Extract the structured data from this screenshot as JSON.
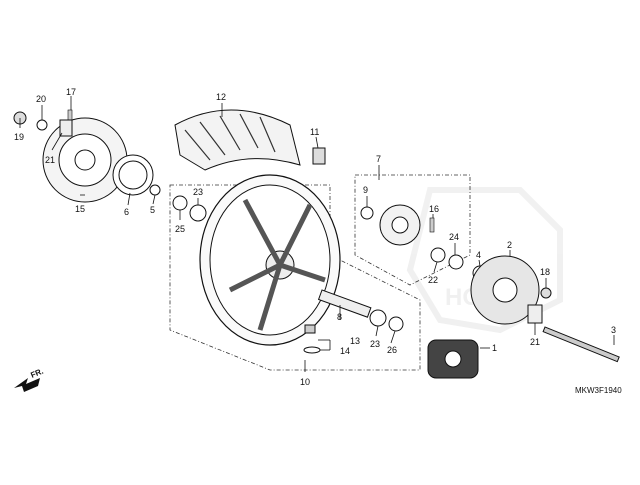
{
  "diagram": {
    "code": "MKW3F1940",
    "direction_label": "FR.",
    "watermark_text": "HONDA",
    "part_labels": [
      "20",
      "17",
      "12",
      "19",
      "21",
      "15",
      "6",
      "5",
      "11",
      "23",
      "25",
      "7",
      "9",
      "16",
      "24",
      "22",
      "4",
      "2",
      "18",
      "3",
      "8",
      "13",
      "14",
      "23",
      "26",
      "1",
      "21",
      "10"
    ]
  }
}
